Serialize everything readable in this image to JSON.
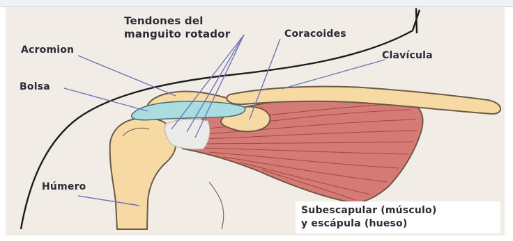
{
  "labels": {
    "tendones": "Tendones del\nmanguito rotador",
    "coracoides": "Coracoides",
    "acromion": "Acromion",
    "clavicula": "Clavícula",
    "bolsa": "Bolsa",
    "humero": "Húmero",
    "subescapular": "Subescapular (músculo)\ny escápula (hueso)"
  },
  "colors": {
    "background": "#f1ece6",
    "bone": "#f7d9a3",
    "bone_outline": "#6b5a44",
    "muscle": "#d57a74",
    "muscle_lines": "#9c4a48",
    "bursa": "#a9dde0",
    "tendon": "#ecebea",
    "leader_lines": "#6f75b8",
    "skin_outline": "#1c1c1c"
  }
}
